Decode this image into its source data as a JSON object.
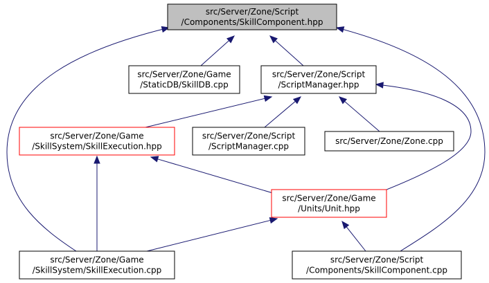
{
  "colors": {
    "edge": "#191970",
    "root_fill": "#bfbfbf",
    "normal_border": "#000000",
    "highlight_border": "#ff0000",
    "background": "#ffffff"
  },
  "nodes": [
    {
      "id": "skillcomponent-hpp",
      "lines": [
        "src/Server/Zone/Script",
        "/Components/SkillComponent.hpp"
      ],
      "style": "root"
    },
    {
      "id": "skilldb-cpp",
      "lines": [
        "src/Server/Zone/Game",
        "/StaticDB/SkillDB.cpp"
      ],
      "style": "normal"
    },
    {
      "id": "scriptmanager-hpp",
      "lines": [
        "src/Server/Zone/Script",
        "/ScriptManager.hpp"
      ],
      "style": "normal"
    },
    {
      "id": "skillexecution-hpp",
      "lines": [
        "src/Server/Zone/Game",
        "/SkillSystem/SkillExecution.hpp"
      ],
      "style": "highlight"
    },
    {
      "id": "scriptmanager-cpp",
      "lines": [
        "src/Server/Zone/Script",
        "/ScriptManager.cpp"
      ],
      "style": "normal"
    },
    {
      "id": "zone-cpp",
      "lines": [
        "src/Server/Zone/Zone.cpp"
      ],
      "style": "normal"
    },
    {
      "id": "unit-hpp",
      "lines": [
        "src/Server/Zone/Game",
        "/Units/Unit.hpp"
      ],
      "style": "highlight"
    },
    {
      "id": "skillexecution-cpp",
      "lines": [
        "src/Server/Zone/Game",
        "/SkillSystem/SkillExecution.cpp"
      ],
      "style": "normal"
    },
    {
      "id": "skillcomponent-cpp",
      "lines": [
        "src/Server/Zone/Script",
        "/Components/SkillComponent.cpp"
      ],
      "style": "normal"
    }
  ],
  "edges": [
    {
      "from": "skilldb-cpp",
      "to": "skillcomponent-hpp"
    },
    {
      "from": "scriptmanager-hpp",
      "to": "skillcomponent-hpp"
    },
    {
      "from": "skillexecution-cpp",
      "to": "skillcomponent-hpp"
    },
    {
      "from": "skillcomponent-cpp",
      "to": "skillcomponent-hpp"
    },
    {
      "from": "skillexecution-hpp",
      "to": "scriptmanager-hpp"
    },
    {
      "from": "scriptmanager-cpp",
      "to": "scriptmanager-hpp"
    },
    {
      "from": "zone-cpp",
      "to": "scriptmanager-hpp"
    },
    {
      "from": "unit-hpp",
      "to": "scriptmanager-hpp"
    },
    {
      "from": "unit-hpp",
      "to": "skillexecution-hpp"
    },
    {
      "from": "skillexecution-cpp",
      "to": "skillexecution-hpp"
    },
    {
      "from": "skillexecution-cpp",
      "to": "unit-hpp"
    },
    {
      "from": "skillcomponent-cpp",
      "to": "unit-hpp"
    }
  ]
}
